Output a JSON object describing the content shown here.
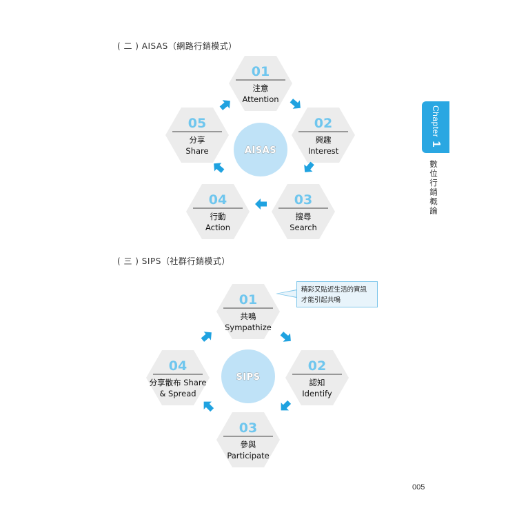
{
  "aisas": {
    "heading": "( 二 ) AISAS（網路行銷模式）",
    "center": "AISAS",
    "steps": [
      {
        "num": "01",
        "zh": "注意",
        "en": "Attention"
      },
      {
        "num": "02",
        "zh": "興趣",
        "en": "Interest"
      },
      {
        "num": "03",
        "zh": "搜尋",
        "en": "Search"
      },
      {
        "num": "04",
        "zh": "行動",
        "en": "Action"
      },
      {
        "num": "05",
        "zh": "分享",
        "en": "Share"
      }
    ]
  },
  "sips": {
    "heading": "( 三 ) SIPS（社群行銷模式）",
    "center": "SIPS",
    "steps": [
      {
        "num": "01",
        "zh": "共鳴",
        "en": "Sympathize"
      },
      {
        "num": "02",
        "zh": "認知",
        "en": "Identify"
      },
      {
        "num": "03",
        "zh": "參與",
        "en": "Participate"
      },
      {
        "num": "04",
        "zh": "分享散布 Share",
        "en": "& Spread"
      }
    ],
    "callout": {
      "line1": "精彩又貼近生活的資訊",
      "line2": "才能引起共鳴"
    }
  },
  "chapter": {
    "word": "Chapter",
    "number": "1",
    "title": "數位行銷概論"
  },
  "page_number": "005",
  "colors": {
    "hexagon": "#ececec",
    "number": "#6fc6ee",
    "arrow": "#1fa2e0",
    "center": "#bfe2f7",
    "tab": "#2aa7e2"
  }
}
